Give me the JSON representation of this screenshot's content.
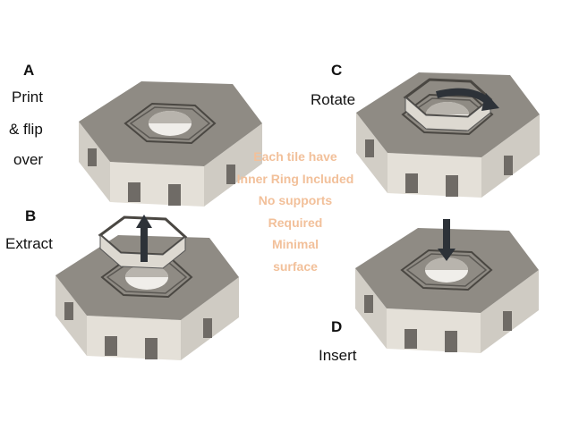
{
  "steps": [
    {
      "letter": "A",
      "lines": [
        "Print",
        "& flip",
        "over"
      ]
    },
    {
      "letter": "B",
      "lines": [
        "Extract"
      ]
    },
    {
      "letter": "C",
      "lines": [
        "Rotate"
      ]
    },
    {
      "letter": "D",
      "lines": [
        "Insert"
      ]
    }
  ],
  "note": [
    "Each tile have",
    "Inner Ring Included",
    "No supports",
    "Required",
    "Minimal",
    "surface"
  ],
  "colors": {
    "note": "#f2c09a",
    "tile_top": "#8f8b84",
    "tile_side": "#dcd8d0"
  }
}
